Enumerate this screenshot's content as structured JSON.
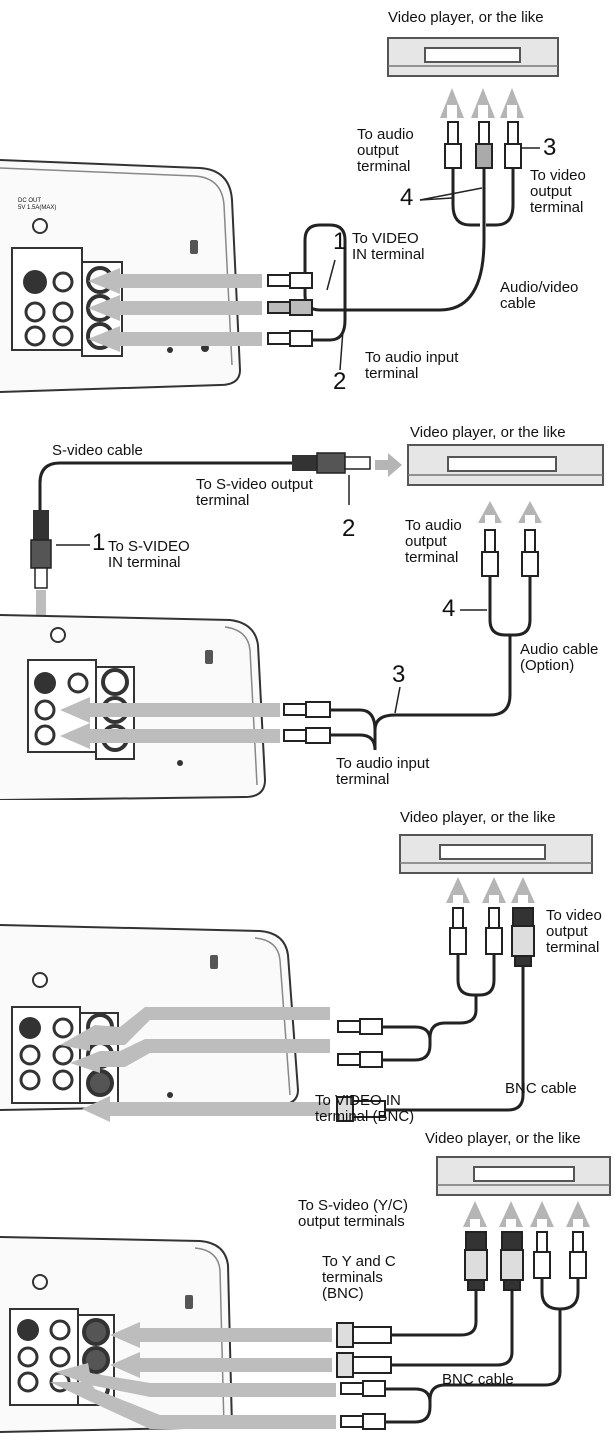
{
  "panel1": {
    "video_player": "Video player, or the like",
    "to_audio_output": "To audio\noutput\nterminal",
    "num3": "3",
    "to_video_output": "To video\noutput\nterminal",
    "num4": "4",
    "num1": "1",
    "to_video_in": "To VIDEO\nIN terminal",
    "av_cable": "Audio/video\ncable",
    "to_audio_input": "To audio input\nterminal",
    "num2": "2",
    "dc_out": "DC OUT\n5V 1.5A(MAX)"
  },
  "panel2": {
    "s_video_cable": "S-video cable",
    "video_player": "Video player, or the like",
    "to_s_video_output": "To S-video output\nterminal",
    "num2": "2",
    "to_audio_output": "To audio\noutput\nterminal",
    "num1": "1",
    "to_s_video_in": "To S-VIDEO\nIN terminal",
    "num4": "4",
    "audio_cable": "Audio cable\n(Option)",
    "num3": "3",
    "to_audio_input": "To audio input\nterminal"
  },
  "panel3": {
    "video_player": "Video player, or the like",
    "to_video_output": "To video\noutput\nterminal",
    "to_video_in_bnc": "To VIDEO IN\nterminal (BNC)",
    "bnc_cable": "BNC cable"
  },
  "panel4": {
    "video_player": "Video player, or the like",
    "to_s_video_yc": "To S-video (Y/C)\noutput terminals",
    "to_y_c": "To Y and C\nterminals\n(BNC)",
    "bnc_cable": "BNC cable"
  }
}
